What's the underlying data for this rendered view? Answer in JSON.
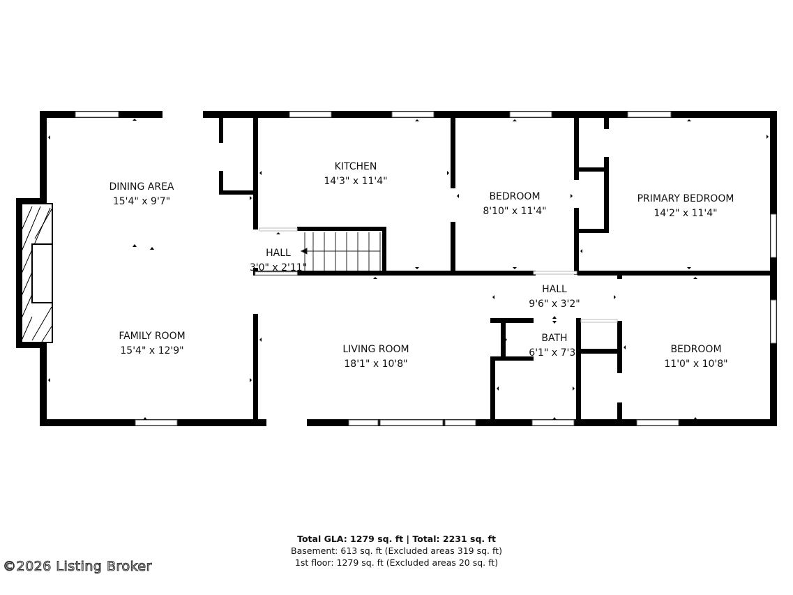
{
  "rooms": [
    {
      "id": "dining-area",
      "name": "DINING AREA",
      "size": "15'4\" x 9'7\""
    },
    {
      "id": "family-room",
      "name": "FAMILY ROOM",
      "size": "15'4\" x 12'9\""
    },
    {
      "id": "kitchen",
      "name": "KITCHEN",
      "size": "14'3\" x 11'4\""
    },
    {
      "id": "hall-small",
      "name": "HALL",
      "size": "3'0\" x 2'11\""
    },
    {
      "id": "bedroom-1",
      "name": "BEDROOM",
      "size": "8'10\" x 11'4\""
    },
    {
      "id": "primary-bedroom",
      "name": "PRIMARY BEDROOM",
      "size": "14'2\" x 11'4\""
    },
    {
      "id": "hall",
      "name": "HALL",
      "size": "9'6\" x 3'2\""
    },
    {
      "id": "living-room",
      "name": "LIVING ROOM",
      "size": "18'1\" x 10'8\""
    },
    {
      "id": "bath",
      "name": "BATH",
      "size": "6'1\" x 7'3\""
    },
    {
      "id": "bedroom-2",
      "name": "BEDROOM",
      "size": "11'0\" x 10'8\""
    }
  ],
  "totals": {
    "gla_line": "Total GLA: 1279 sq. ft | Total: 2231 sq. ft",
    "basement_line": "Basement: 613 sq. ft (Excluded areas 319 sq. ft)",
    "first_floor_line": "1st floor: 1279 sq. ft (Excluded areas 20 sq. ft)"
  },
  "copyright": "©2026 Listing Broker",
  "colors": {
    "wall": "#000000",
    "background": "#ffffff",
    "window": "#8a8a8a"
  }
}
